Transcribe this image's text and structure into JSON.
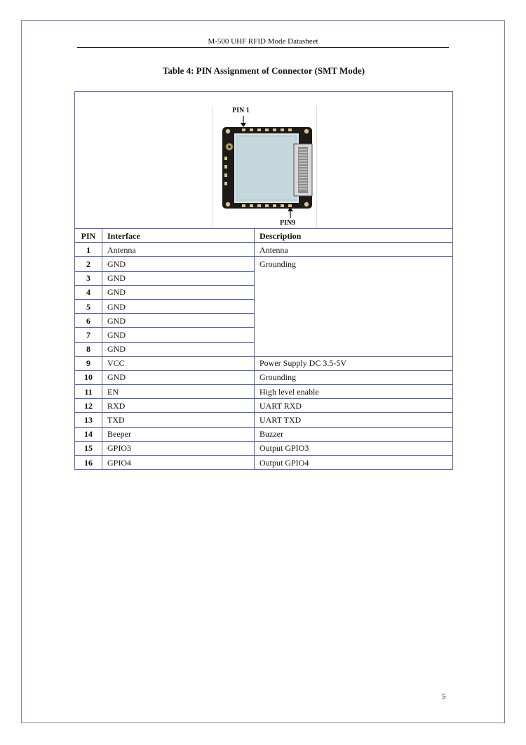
{
  "header": {
    "title": "M-500 UHF RFID Mode Datasheet"
  },
  "caption": "Table 4: PIN Assignment of Connector (SMT Mode)",
  "figure": {
    "label_top": "PIN 1",
    "label_bottom": "PIN9"
  },
  "table": {
    "headers": [
      "PIN",
      "Interface",
      "Description"
    ],
    "rows": [
      {
        "pin": "1",
        "interface": "Antenna",
        "description": "Antenna"
      },
      {
        "pin": "2",
        "interface": "GND",
        "description": "Grounding"
      },
      {
        "pin": "3",
        "interface": "GND"
      },
      {
        "pin": "4",
        "interface": "GND"
      },
      {
        "pin": "5",
        "interface": "GND"
      },
      {
        "pin": "6",
        "interface": "GND"
      },
      {
        "pin": "7",
        "interface": "GND"
      },
      {
        "pin": "8",
        "interface": "GND"
      },
      {
        "pin": "9",
        "interface": "VCC",
        "description": "Power Supply DC 3.5-5V"
      },
      {
        "pin": "10",
        "interface": "GND",
        "description": "Grounding"
      },
      {
        "pin": "11",
        "interface": "EN",
        "description": "High level enable"
      },
      {
        "pin": "12",
        "interface": "RXD",
        "description": "UART RXD"
      },
      {
        "pin": "13",
        "interface": "TXD",
        "description": "UART TXD"
      },
      {
        "pin": "14",
        "interface": "Beeper",
        "description": "Buzzer"
      },
      {
        "pin": "15",
        "interface": "GPIO3",
        "description": "Output GPIO3"
      },
      {
        "pin": "16",
        "interface": "GPIO4",
        "description": "Output GPIO4"
      }
    ]
  },
  "footer": {
    "page_number": "5"
  }
}
